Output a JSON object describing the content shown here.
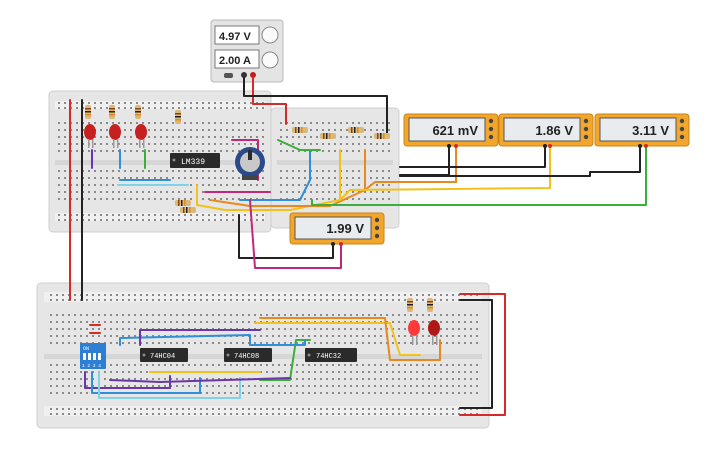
{
  "power_supply": {
    "voltage": "4.97 V",
    "current": "2.00 A"
  },
  "meters": [
    {
      "reading": "621 mV"
    },
    {
      "reading": "1.86 V"
    },
    {
      "reading": "3.11 V"
    },
    {
      "reading": "1.99 V"
    }
  ],
  "chips": {
    "comparator": "LM339",
    "inverter": "74HC04",
    "and_gate": "74HC08",
    "or_gate": "74HC32"
  },
  "dip_switch": {
    "label": "ON",
    "positions": "1 2 3 4"
  },
  "colors": {
    "breadboard": "#e9e9e9",
    "meter_frame": "#f2a62b",
    "wire_red": "#d42a2a",
    "wire_black": "#222222",
    "wire_yellow": "#f2c21b",
    "wire_green": "#3cae3c",
    "wire_blue": "#2f8fd8",
    "wire_magenta": "#c0287a",
    "wire_orange": "#e8891f",
    "wire_purple": "#6a37a8"
  },
  "icons": [
    "knob-icon",
    "potentiometer-icon",
    "led-icon",
    "resistor-icon",
    "probe-terminal-icon"
  ]
}
